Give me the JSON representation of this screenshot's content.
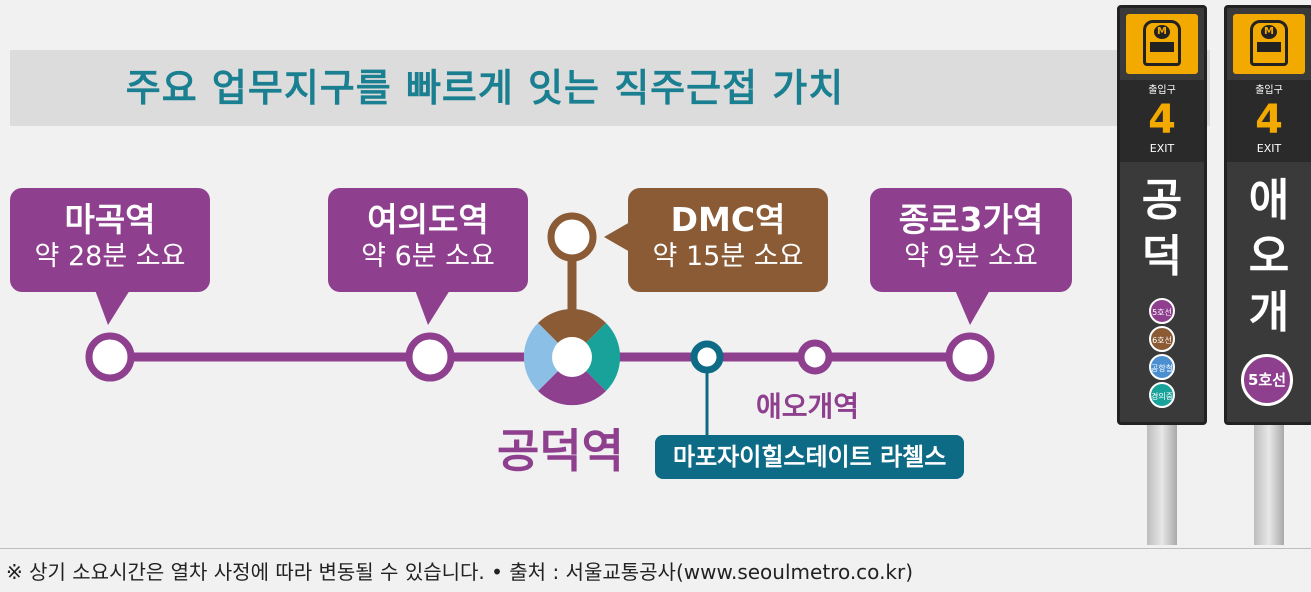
{
  "title": "주요 업무지구를 빠르게 잇는 직주근접 가치",
  "stations": [
    {
      "name": "마곡역",
      "time": "약 28분 소요"
    },
    {
      "name": "여의도역",
      "time": "약 6분 소요"
    },
    {
      "name": "DMC역",
      "time": "약 15분 소요"
    },
    {
      "name": "종로3가역",
      "time": "약 9분 소요"
    }
  ],
  "labels": {
    "gongdeok": "공덕역",
    "aeogae": "애오개역",
    "apartment": "마포자이힐스테이트 라첼스"
  },
  "signs": [
    {
      "exit_label": "출입구",
      "exit_number": "4",
      "exit_en": "EXIT",
      "name_line1": "공",
      "name_line2": "덕",
      "lines": [
        "5호선",
        "6호선",
        "공항철도",
        "경의중앙"
      ]
    },
    {
      "exit_label": "출입구",
      "exit_number": "4",
      "exit_en": "EXIT",
      "name_line1": "애",
      "name_line2": "오",
      "name_line3": "개",
      "line": "5호선"
    }
  ],
  "footer": "※ 상기 소요시간은 열차 사정에 따라 변동될 수 있습니다. • 출처 : 서울교통공사(www.seoulmetro.co.kr)",
  "colors": {
    "purple": "#8e3f8e",
    "brown": "#8a5b35",
    "teal": "#1a7f90",
    "light_blue": "#8bbfe6",
    "apt_navy": "#0e6b86",
    "sign_yellow": "#f2a900"
  }
}
